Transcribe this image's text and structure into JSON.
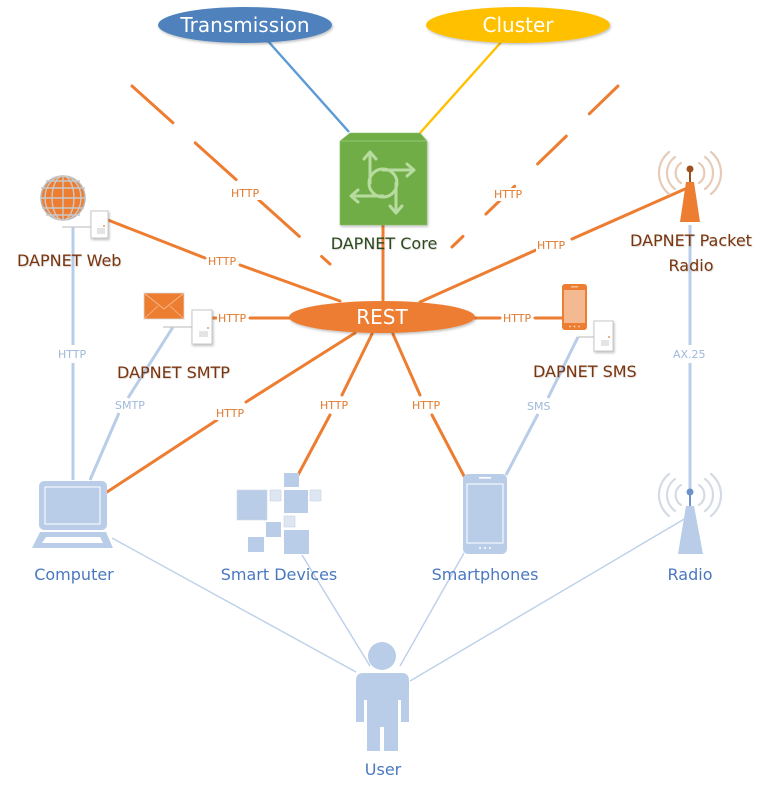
{
  "colors": {
    "http_line": "#ed7d31",
    "user_line": "#bcd0ea",
    "transmission": "#4f81bd",
    "transmission_line": "#5b9bd5",
    "cluster": "#ffc000",
    "core": "#70ad47",
    "rest": "#ed7d31",
    "node_label_service": "#7a3510",
    "node_label_client": "#4a78bf",
    "node_label_core": "#2e4a1e"
  },
  "top_nodes": {
    "transmission": "Transmission",
    "cluster": "Cluster"
  },
  "core": {
    "label": "DAPNET Core",
    "icon": "core-routing-icon"
  },
  "rest": {
    "label": "REST"
  },
  "services": {
    "web": {
      "label": "DAPNET Web",
      "icon": "globe-icon"
    },
    "smtp": {
      "label": "DAPNET SMTP",
      "icon": "envelope-icon"
    },
    "sms": {
      "label": "DAPNET SMS",
      "icon": "mobile-phone-icon"
    },
    "packet_radio": {
      "label_line1": "DAPNET Packet",
      "label_line2": "Radio",
      "icon": "radio-tower-icon"
    }
  },
  "clients": {
    "computer": {
      "label": "Computer",
      "icon": "laptop-icon"
    },
    "smart_devices": {
      "label": "Smart Devices",
      "icon": "smart-devices-icon"
    },
    "smartphones": {
      "label": "Smartphones",
      "icon": "smartphone-icon"
    },
    "radio": {
      "label": "Radio",
      "icon": "radio-tower-icon"
    }
  },
  "user": {
    "label": "User",
    "icon": "user-icon"
  },
  "edge_labels": {
    "dashed_left": "HTTP",
    "dashed_right": "HTTP",
    "web_rest": "HTTP",
    "packet_rest": "HTTP",
    "smtp_rest": "HTTP",
    "sms_rest": "HTTP",
    "computer_rest": "HTTP",
    "smart_rest": "HTTP",
    "phone_rest": "HTTP",
    "computer_web": "HTTP",
    "computer_smtp": "SMTP",
    "phone_sms": "SMS",
    "radio_packet": "AX.25"
  }
}
